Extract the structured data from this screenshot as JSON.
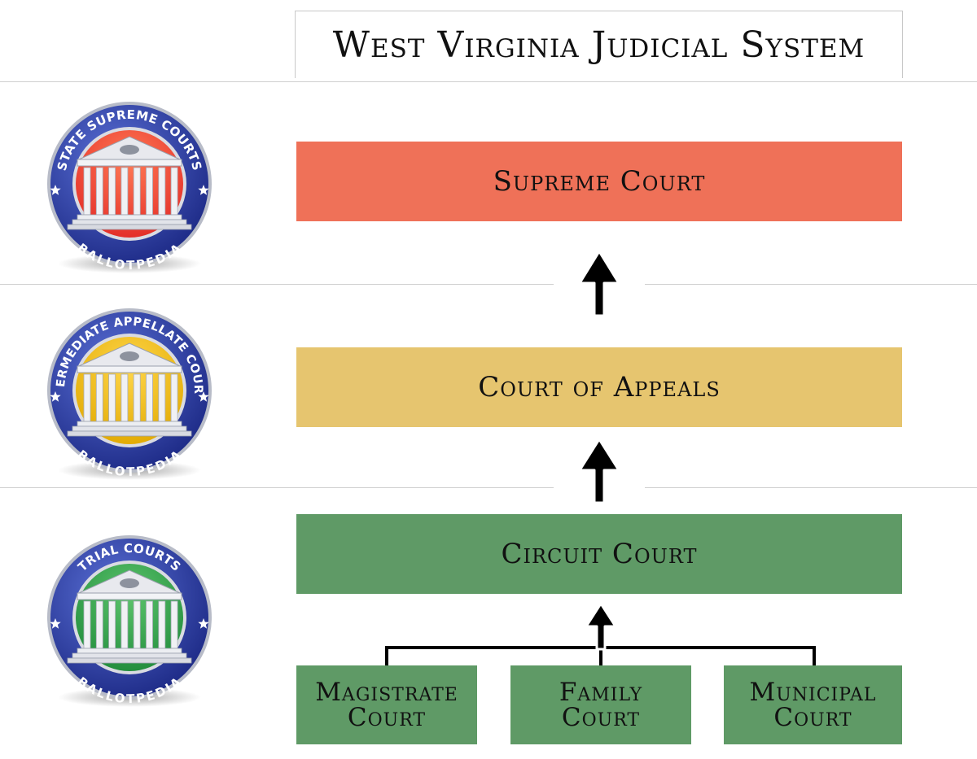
{
  "title": "West Virginia Judicial System",
  "seals": [
    {
      "ring_text": "STATE SUPREME COURTS",
      "bottom_text": "BALLOTPEDIA",
      "inner_color": "#e22a26",
      "inner_color_light": "#ff7a55"
    },
    {
      "ring_text": "INTERMEDIATE APPELLATE COURTS",
      "bottom_text": "BALLOTPEDIA",
      "inner_color": "#e0a800",
      "inner_color_light": "#ffd64a"
    },
    {
      "ring_text": "TRIAL COURTS",
      "bottom_text": "BALLOTPEDIA",
      "inner_color": "#1f8a3a",
      "inner_color_light": "#5cc46c"
    }
  ],
  "courts": {
    "supreme": {
      "label": "Supreme Court",
      "color": "#ef7158"
    },
    "appeals": {
      "label": "Court of Appeals",
      "color": "#e6c56f"
    },
    "circuit": {
      "label": "Circuit Court",
      "color": "#5f9a66"
    },
    "magistrate": {
      "line1": "Magistrate",
      "line2": "Court",
      "color": "#5f9a66"
    },
    "family": {
      "line1": "Family",
      "line2": "Court",
      "color": "#5f9a66"
    },
    "municipal": {
      "line1": "Municipal",
      "line2": "Court",
      "color": "#5f9a66"
    }
  }
}
